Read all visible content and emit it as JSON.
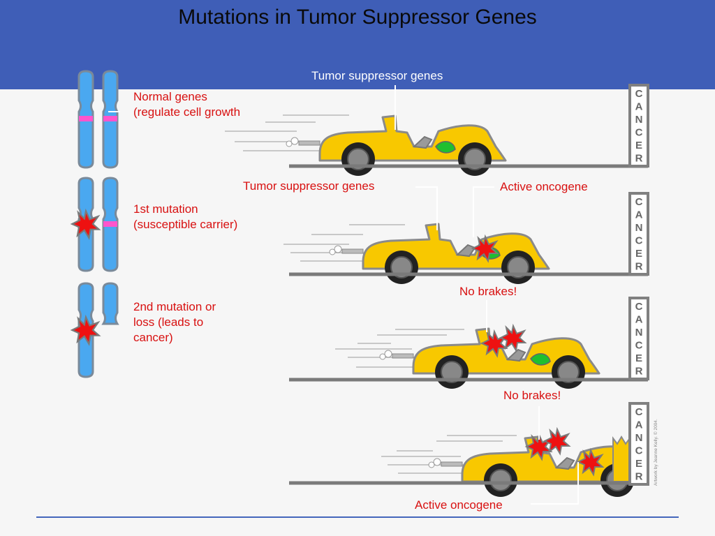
{
  "slide": {
    "title": "Mutations in Tumor Suppressor Genes"
  },
  "rows": [
    {
      "stage_label": "Normal genes\n(regulate cell growth"
    },
    {
      "stage_label": "1st mutation\n(susceptible carrier)"
    },
    {
      "stage_label": "2nd mutation or\nloss (leads to\ncancer)"
    }
  ],
  "labels": {
    "tumor_suppressor_top": "Tumor suppressor genes",
    "tumor_suppressor_row2": "Tumor suppressor genes",
    "active_oncogene_row2": "Active oncogene",
    "no_brakes_row3": "No brakes!",
    "no_brakes_row4": "No brakes!",
    "active_oncogene_row4": "Active oncogene"
  },
  "wall_text": "CANCER",
  "credit": "Artwork by Jeanne Kelly. © 2004.",
  "colors": {
    "header": "#3f5eb7",
    "chromosome": "#4aa8f0",
    "normal_band": "#ff55cc",
    "car_body": "#f8c800",
    "mutation_star": "#ee1111",
    "label_red": "#d81010"
  }
}
